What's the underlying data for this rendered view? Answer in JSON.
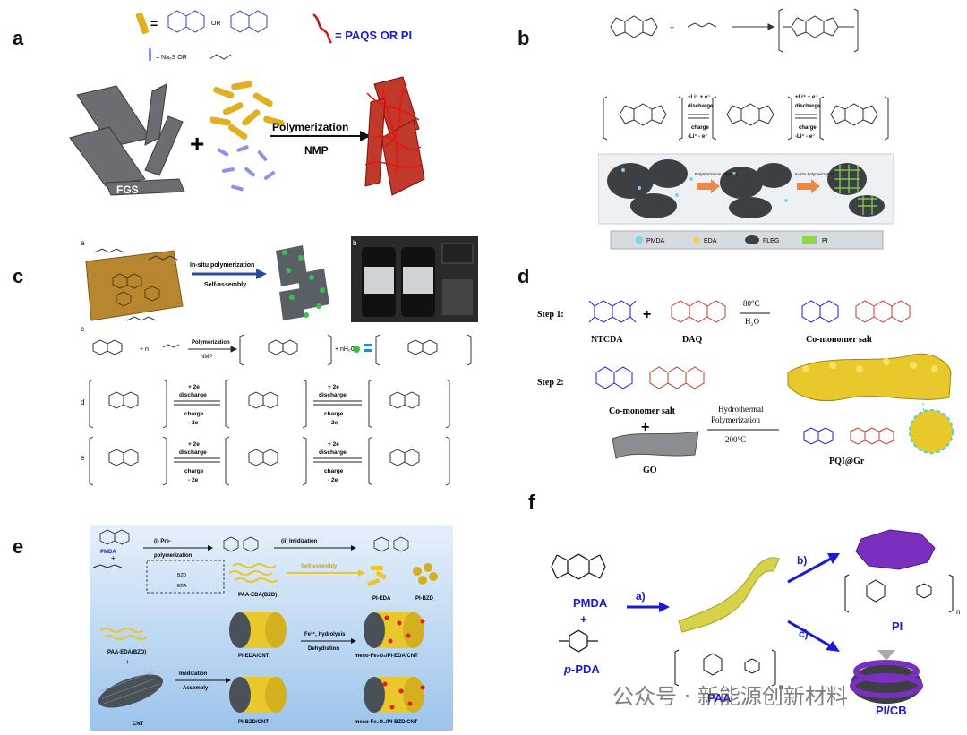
{
  "labels": {
    "a": "a",
    "b": "b",
    "c": "c",
    "d": "d",
    "e": "e",
    "f": "f"
  },
  "panel_a": {
    "or1": "OR",
    "or2": "OR",
    "polymer_legend": "= PAQS OR PI",
    "linker_text": "= Na₂S  OR",
    "arrow_top": "Polymerization",
    "arrow_bottom": "NMP",
    "fgs": "FGS",
    "plus": "+"
  },
  "panel_b": {
    "discharge1": "discharge",
    "charge1": "charge",
    "li_plus1": "+Li⁺ + e⁻",
    "li_minus1": "-Li⁺ - e⁻",
    "discharge2": "discharge",
    "charge2": "charge",
    "li_plus2": "+Li⁺ + e⁻",
    "li_minus2": "-Li⁺ - e⁻",
    "step1": "Polymerization initiation",
    "step2": "In-situ Polymerization",
    "legend": [
      "PMDA",
      "EDA",
      "FLEG",
      "PI"
    ]
  },
  "panel_c": {
    "sub_a": "a",
    "sub_b": "b",
    "sub_c": "c",
    "sub_d": "d",
    "sub_e": "e",
    "insitu": "In-situ polymerization",
    "self_assembly": "Self-assembly",
    "polymerization": "Polymerization",
    "nmp": "NMP",
    "water": "+ nH₂O",
    "plus2e": "+ 2e",
    "discharge": "discharge",
    "charge": "charge",
    "minus2e": "- 2e"
  },
  "panel_d": {
    "step1": "Step 1:",
    "step2": "Step 2:",
    "temp1": "80°C",
    "h2o": "H₂O",
    "ntcda": "NTCDA",
    "daq": "DAQ",
    "salt1": "Co-monomer salt",
    "salt2": "Co-monomer salt",
    "go": "GO",
    "hydro1": "Hydrothermal",
    "hydro2": "Polymerization",
    "temp2": "200°C",
    "product": "PQI@Gr",
    "plus": "+"
  },
  "panel_e": {
    "pmda": "PMDA",
    "prepoly1": "(i) Pre-",
    "prepoly2": "polymerization",
    "imid": "(ii) Imidization",
    "bzd": "BZD",
    "eda": "EDA",
    "paa": "PAA-EDA(BZD)",
    "self_assembly": "Self-assembly",
    "pi_eda": "PI-EDA",
    "pi_bzd": "PI-BZD",
    "paa2": "PAA-EDA(BZD)",
    "plus": "+",
    "cnt": "CNT",
    "imid2": "Imidization",
    "assembly": "Assembly",
    "fe1": "Fe³⁺, hydrolysis",
    "fe2": "Dehydration",
    "pi_eda_cnt": "PI-EDA/CNT",
    "pi_bzd_cnt": "PI-BZD/CNT",
    "meso1": "meso-Fe₂O₃/PI-EDA/CNT",
    "meso2": "meso-Fe₂O₃/PI-BZD/CNT"
  },
  "panel_f": {
    "pmda": "PMDA",
    "plus": "+",
    "ppda_p": "p",
    "ppda_rest": "-PDA",
    "a": "a)",
    "b": "b)",
    "c": "c)",
    "paa": "PAA",
    "pi": "PI",
    "picb": "PI/CB",
    "n": "n"
  },
  "watermark": "公众号 · 新能源创新材料",
  "colors": {
    "red": "#cc1111",
    "blue": "#1a1ad6",
    "gold": "#e0b020",
    "purple": "#7b2fbf",
    "slate": "#5a5f66"
  }
}
